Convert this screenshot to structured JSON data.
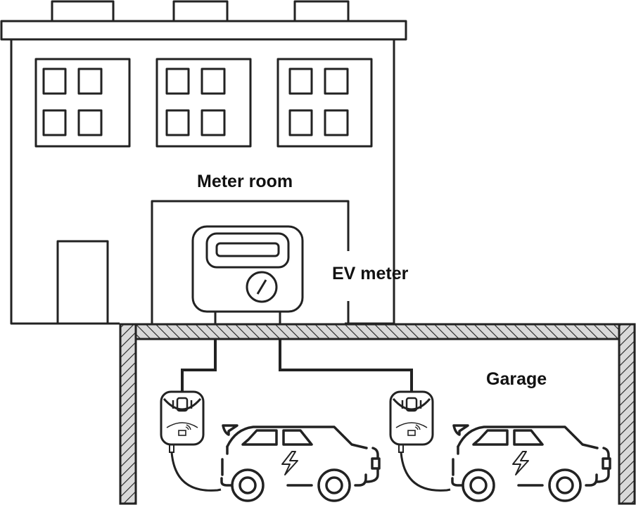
{
  "diagram": {
    "type": "illustration",
    "description": "Building with meter room and underground garage with two EV chargers connected to an EV meter",
    "labels": {
      "meter_room": "Meter room",
      "ev_meter": "EV meter",
      "garage": "Garage"
    },
    "colors": {
      "stroke": "#222222",
      "hatch_fill": "#d9d9d9",
      "background": "#ffffff",
      "text": "#111111"
    },
    "elements": {
      "building": {
        "windows": 3,
        "panes_per_window": 4,
        "chimneys": 3,
        "door": 1
      },
      "meter": {
        "display": 1,
        "dial": 1
      },
      "chargers": 2,
      "cars": 2
    }
  }
}
